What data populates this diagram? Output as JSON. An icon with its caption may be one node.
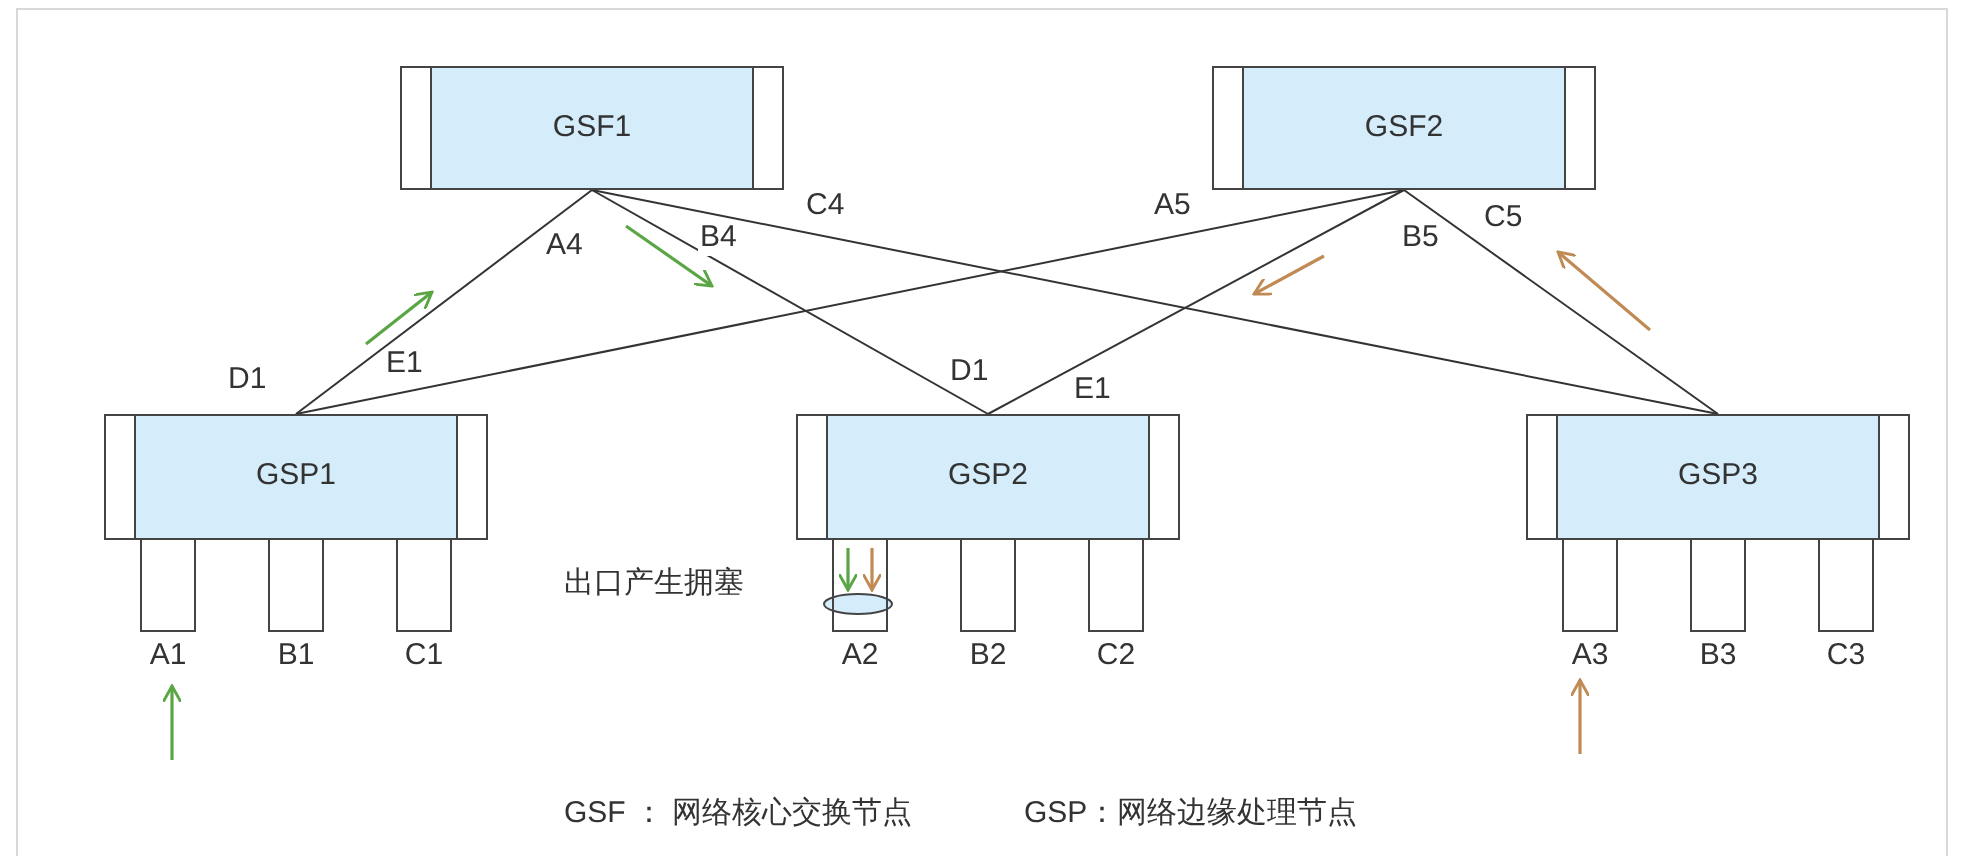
{
  "diagram": {
    "nodes": [
      {
        "text": [
          "GSF1"
        ]
      },
      {
        "text": [
          "GSF2"
        ]
      },
      {
        "text": [
          "GSP1"
        ]
      },
      {
        "text": [
          "GSP2"
        ]
      },
      {
        "text": [
          "GSP3"
        ]
      },
      {
        "text": [
          "A1"
        ]
      },
      {
        "text": [
          "B1"
        ]
      },
      {
        "text": [
          "C1"
        ]
      },
      {
        "text": [
          "A2"
        ]
      },
      {
        "text": [
          "B2"
        ]
      },
      {
        "text": [
          "C2"
        ]
      },
      {
        "text": [
          "A3"
        ]
      },
      {
        "text": [
          "B3"
        ]
      },
      {
        "text": [
          "C3"
        ]
      }
    ],
    "edges": [
      {
        "from": 0,
        "to": 2,
        "arrow": "none",
        "label": "A4"
      },
      {
        "from": 0,
        "to": 3,
        "arrow": "none",
        "label": "B4"
      },
      {
        "from": 0,
        "to": 4,
        "arrow": "none",
        "label": "C4"
      },
      {
        "from": 1,
        "to": 2,
        "arrow": "none",
        "label": "A5"
      },
      {
        "from": 1,
        "to": 3,
        "arrow": "none",
        "label": "B5"
      },
      {
        "from": 1,
        "to": 4,
        "arrow": "none",
        "label": "C5"
      }
    ],
    "labels": [
      "D1",
      "E1",
      "D1",
      "E1",
      "出口产生拥塞",
      "GSF ： 网络核心交换节点",
      "GSP：网络边缘处理节点"
    ]
  }
}
